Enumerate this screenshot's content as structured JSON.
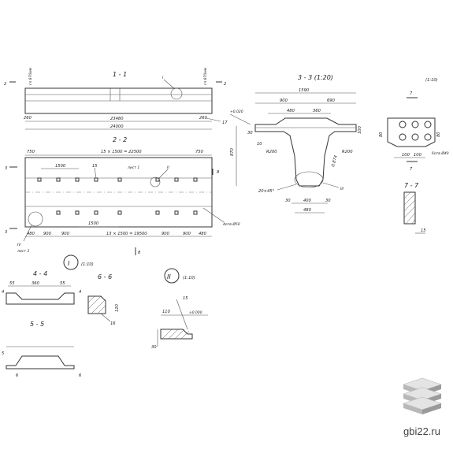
{
  "sections": {
    "s11": "1 - 1",
    "s22": "2 - 2",
    "s33": "3 - 3 (1:20)",
    "s44": "4 - 4",
    "s55": "5 - 5",
    "s66": "6 - 6",
    "s77": "7 - 7",
    "end_scale": "(1:10)",
    "n1": "2",
    "n2": "2",
    "n3": "3",
    "n3b": "3",
    "n4": "4",
    "n4b": "4",
    "n5": "5",
    "n6": "6",
    "n7": "7",
    "n7b": "7",
    "n8": "8",
    "n8b": "8"
  },
  "callouts": {
    "c1": "I",
    "c2": "II",
    "c3": "III",
    "c4": "IV",
    "detail_1": "I",
    "detail_1_scale": "(1:10)",
    "detail_2": "II",
    "detail_2_scale": "(1:10)"
  },
  "elevation": {
    "d_total": "24000",
    "d_inner": "23480",
    "d_end": "260",
    "d_end_r": "260",
    "lbl_17": "17",
    "vert_left": "гл 870мм",
    "vert_right": "гл 870мм"
  },
  "plan": {
    "d_top": "15 × 1500 = 22500",
    "d_750_l": "750",
    "d_750_r": "750",
    "d_1500": "1500",
    "d_15": "15",
    "lbl_15": "лист 1",
    "d_1500b": "1500",
    "d_bottom": "13 × 1500 = 19500",
    "d_480_l": "480",
    "d_900_1": "900",
    "d_900_2": "900",
    "d_900_3": "900",
    "d_900_4": "900",
    "d_480_r": "480",
    "lbl_sheet": "лист 3",
    "lbl_hole": "4отв Ø50"
  },
  "section33": {
    "d_1590": "1590",
    "d_900": "900",
    "d_690": "690",
    "d_480": "480",
    "d_360": "360",
    "d_0020": "+0.020",
    "d_30": "30",
    "d_10": "10",
    "d_r200a": "R200",
    "d_r200b": "R200",
    "d_870": "870",
    "d_chamfer": "20×45°",
    "d_30b": "30",
    "d_400": "400",
    "d_30c": "30",
    "d_480b": "480",
    "d_slope": "0.874",
    "d_100": "100"
  },
  "end_view": {
    "d_100a": "100",
    "d_100b": "100",
    "d_80": "80",
    "d_80b": "80",
    "d_holes": "6отв Ø40",
    "d_15": "15"
  },
  "details": {
    "d_55a": "55",
    "d_360": "360",
    "d_55b": "55",
    "d_120": "120",
    "d_16": "16",
    "d_15": "15",
    "d_0000": "±0.000",
    "d_110": "110",
    "d_30": "30",
    "d_6": "6"
  },
  "brand": "gbi22.ru"
}
